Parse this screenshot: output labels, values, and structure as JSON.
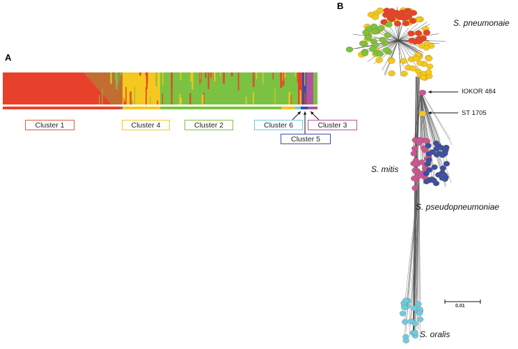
{
  "panels": {
    "a": "A",
    "b": "B"
  },
  "colors": {
    "cluster1": "#e8412b",
    "cluster4": "#f4c81e",
    "cluster2": "#7cc242",
    "cluster6": "#6ccbe8",
    "cluster5": "#3a4fa6",
    "cluster3": "#b0559a",
    "mitis": "#c9559b",
    "pseudo": "#3a4fa6",
    "oralis": "#6ccbe8"
  },
  "clusters": [
    {
      "id": "cluster1",
      "label": "Cluster 1",
      "color": "#e05a3a"
    },
    {
      "id": "cluster4",
      "label": "Cluster 4",
      "color": "#f4c81e"
    },
    {
      "id": "cluster2",
      "label": "Cluster 2",
      "color": "#7cc242"
    },
    {
      "id": "cluster6",
      "label": "Cluster 6",
      "color": "#6ccbe8"
    },
    {
      "id": "cluster3",
      "label": "Cluster 3",
      "color": "#b0559a"
    },
    {
      "id": "cluster5",
      "label": "Cluster 5",
      "color": "#3a4fa6"
    }
  ],
  "species": {
    "pneumonaie": "S. pneumonaie",
    "mitis": "S. mitis",
    "pseudopneumoniae": "S. pseudopneumoniae",
    "oralis": "S. oralis"
  },
  "markers": {
    "iokor": "IOKOR 484",
    "st": "ST 1705"
  },
  "scale": "0.01"
}
